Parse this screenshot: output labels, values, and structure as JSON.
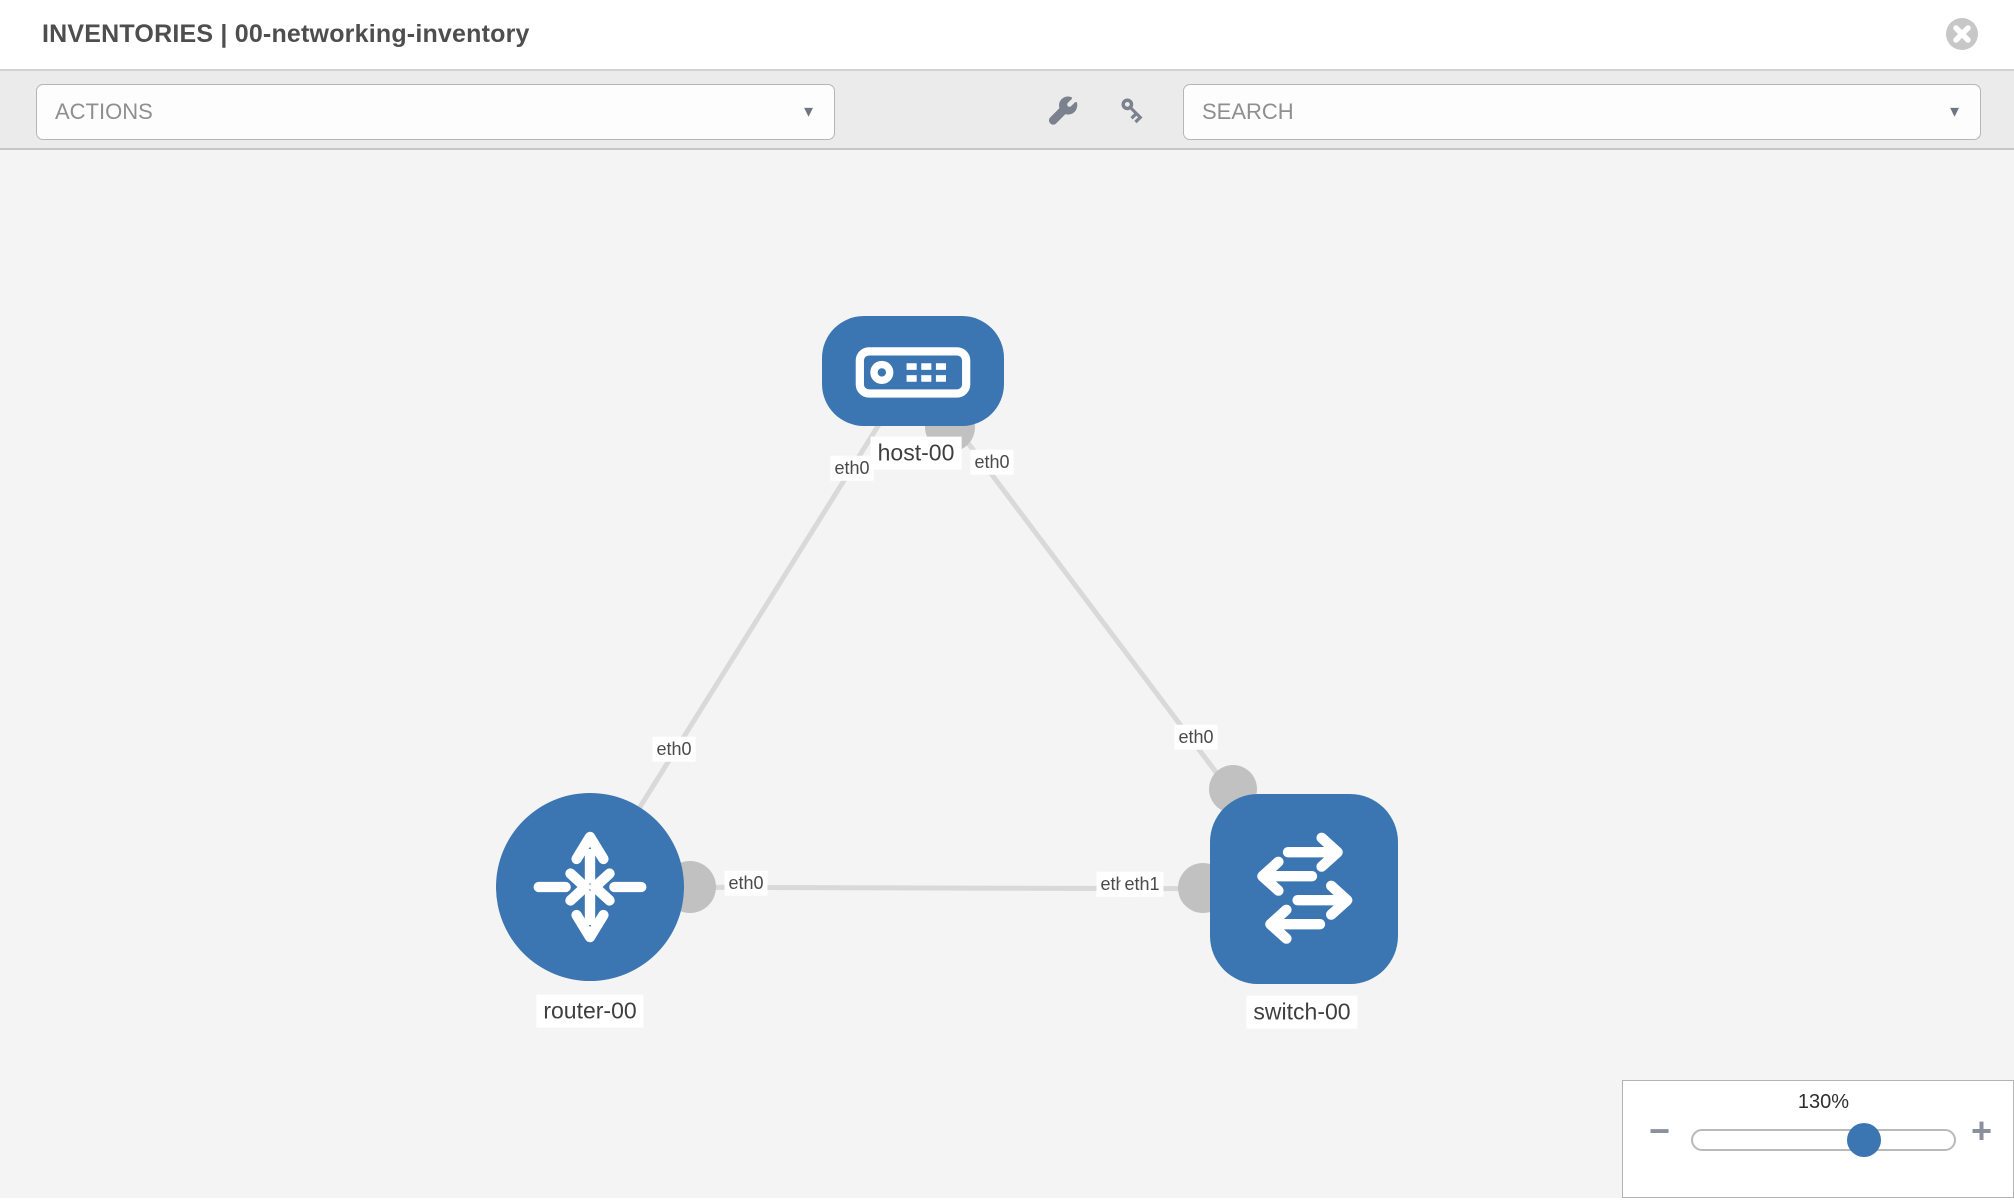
{
  "header": {
    "section": "INVENTORIES",
    "separator": " | ",
    "inventory_name": "00-networking-inventory"
  },
  "toolbar": {
    "actions_label": "ACTIONS",
    "search_label": "SEARCH",
    "icons": [
      "wrench-icon",
      "key-icon"
    ],
    "caret": "▼"
  },
  "canvas": {
    "nodes": [
      {
        "id": "host-00",
        "label": "host-00",
        "type": "host"
      },
      {
        "id": "router-00",
        "label": "router-00",
        "type": "router"
      },
      {
        "id": "switch-00",
        "label": "switch-00",
        "type": "switch"
      }
    ],
    "links": [
      {
        "from": "host-00",
        "from_interface": "eth0",
        "to": "router-00",
        "to_interface": "eth0"
      },
      {
        "from": "host-00",
        "from_interface": "eth0",
        "to": "switch-00",
        "to_interface": "eth0"
      },
      {
        "from": "router-00",
        "from_interface": "eth0",
        "to": "switch-00",
        "to_interface": "eth1"
      }
    ],
    "interface_labels": [
      {
        "text": "eth0"
      },
      {
        "text": "eth0"
      },
      {
        "text": "eth0"
      },
      {
        "text": "eth0"
      },
      {
        "text": "eth0"
      },
      {
        "text": "eth1"
      },
      {
        "text": "eth0"
      }
    ]
  },
  "zoom_control": {
    "level": "130%",
    "minus": "−",
    "plus": "+"
  },
  "colors": {
    "node_blue": "#3b76b2",
    "link_gray": "#d9d9d9",
    "port_gray": "#c1c1c1",
    "toolbar_gray": "#ebebeb",
    "canvas_gray": "#f4f4f4"
  }
}
